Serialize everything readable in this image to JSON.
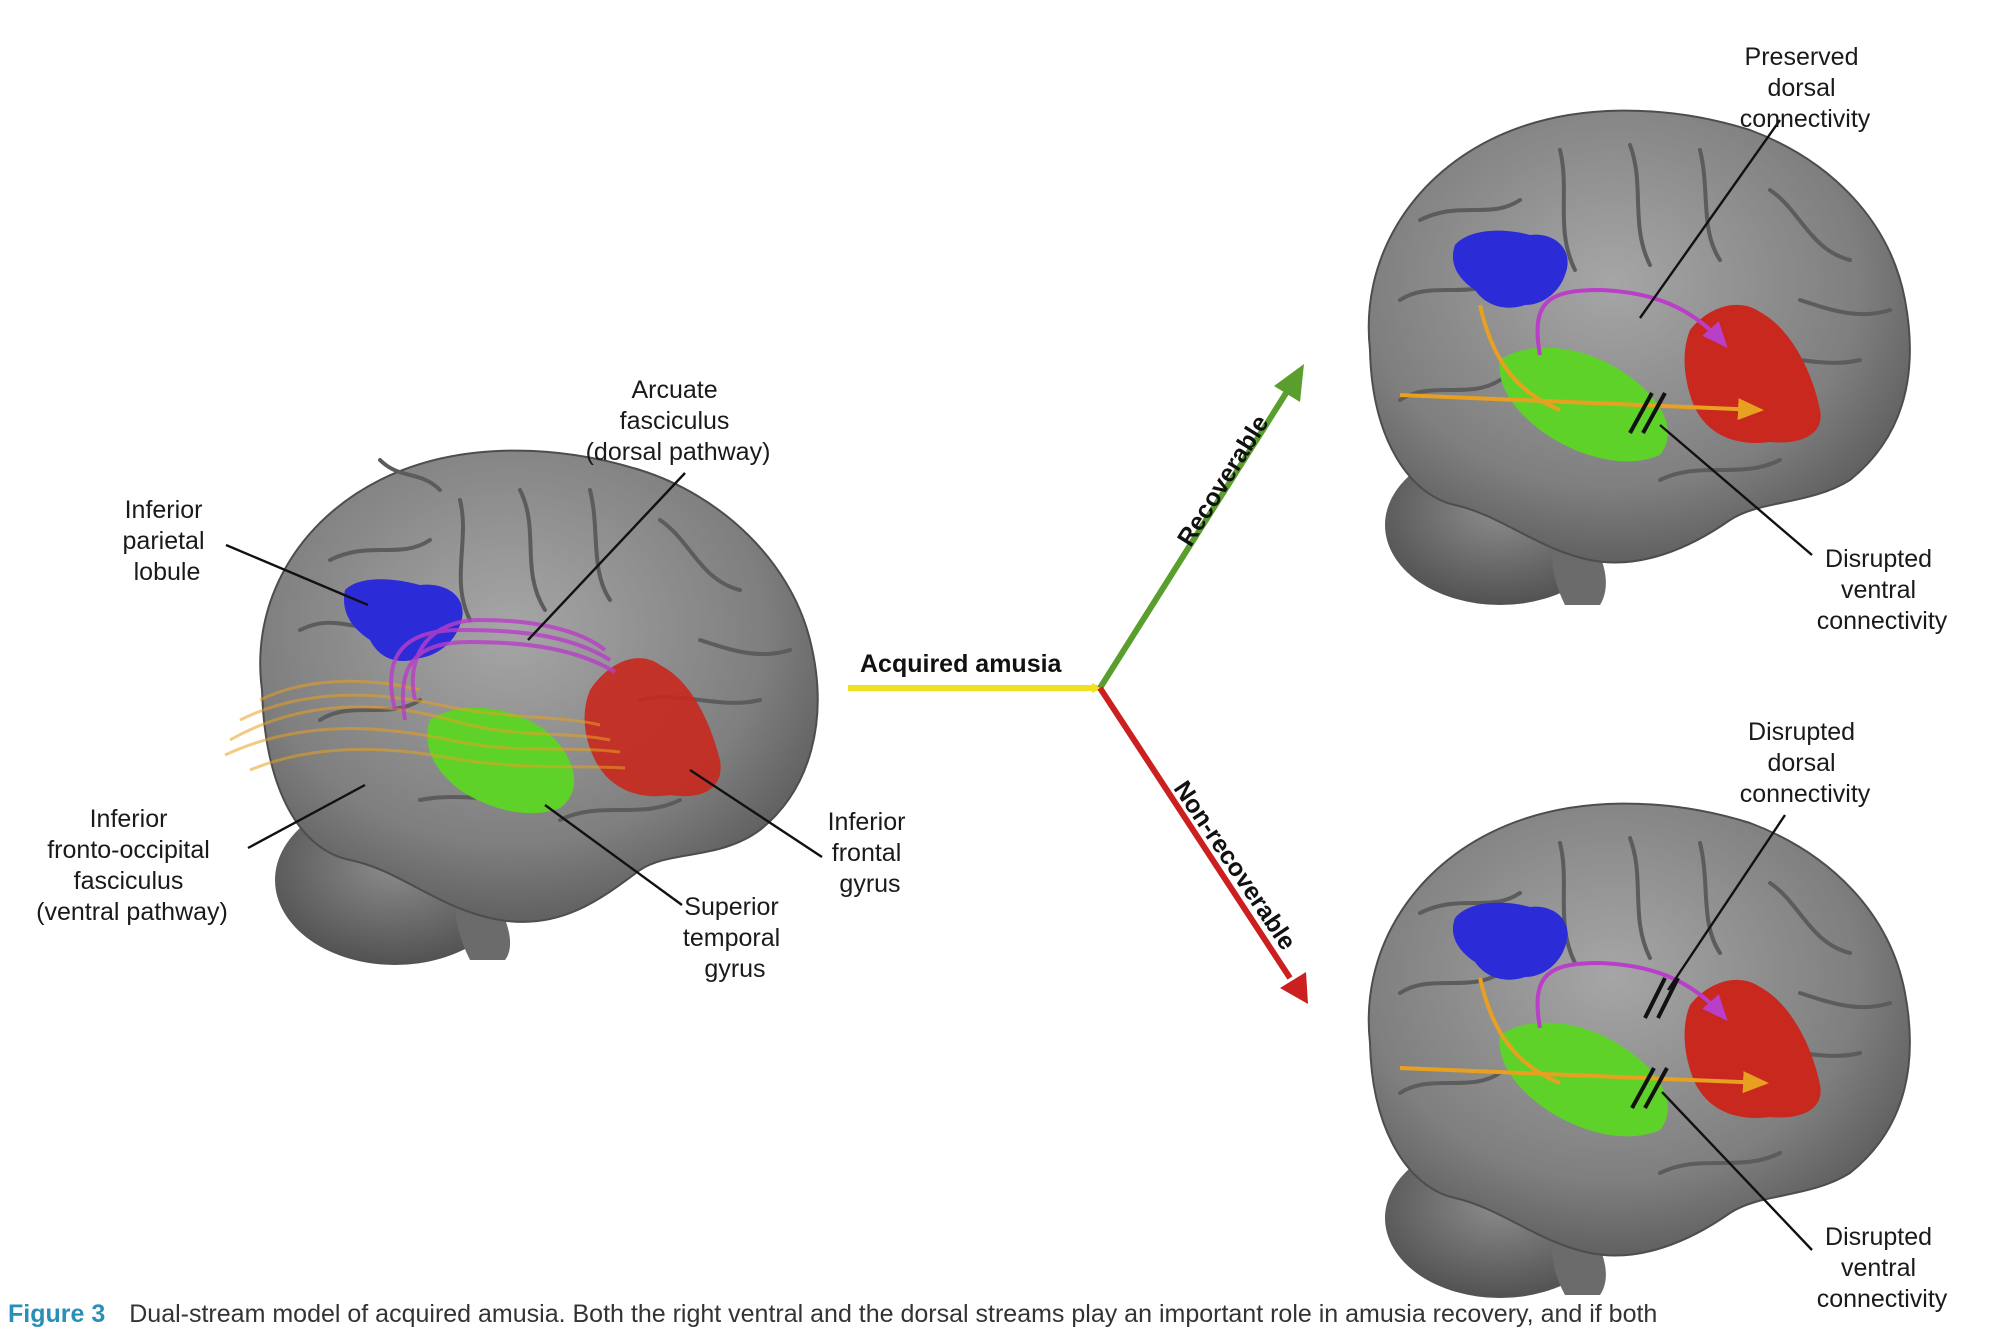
{
  "colors": {
    "brain": "#8a8a8a",
    "parietal": "#2b2bd8",
    "frontal": "#c8281e",
    "temporal": "#5fd22a",
    "dorsal_pathway": "#b93ec8",
    "ventral_pathway": "#e8a020",
    "acquired_arrow": "#f0e020",
    "recoverable_arrow": "#5a9e2e",
    "nonrecoverable_arrow": "#cc1f1f"
  },
  "left_brain": {
    "arcuate": [
      "Arcuate",
      "fasciculus",
      "(dorsal pathway)"
    ],
    "inferior_parietal": [
      "Inferior",
      "parietal",
      "lobule"
    ],
    "ifof": [
      "Inferior",
      "fronto-occipital",
      "fasciculus",
      "(ventral pathway)"
    ],
    "superior_temporal": [
      "Superior",
      "temporal",
      "gyrus"
    ],
    "inferior_frontal": [
      "Inferior",
      "frontal",
      "gyrus"
    ]
  },
  "center": {
    "acquired": "Acquired amusia",
    "recoverable": "Recoverable",
    "nonrecoverable": "Non-recoverable"
  },
  "top_right": {
    "dorsal": [
      "Preserved",
      "dorsal",
      "connectivity"
    ],
    "ventral": [
      "Disrupted",
      "ventral",
      "connectivity"
    ]
  },
  "bottom_right": {
    "dorsal": [
      "Disrupted",
      "dorsal",
      "connectivity"
    ],
    "ventral": [
      "Disrupted",
      "ventral",
      "connectivity"
    ]
  },
  "caption": {
    "figure_number": "Figure 3",
    "text": "Dual-stream model of acquired amusia. Both the right ventral and the dorsal streams play an important role in amusia recovery, and if both"
  }
}
